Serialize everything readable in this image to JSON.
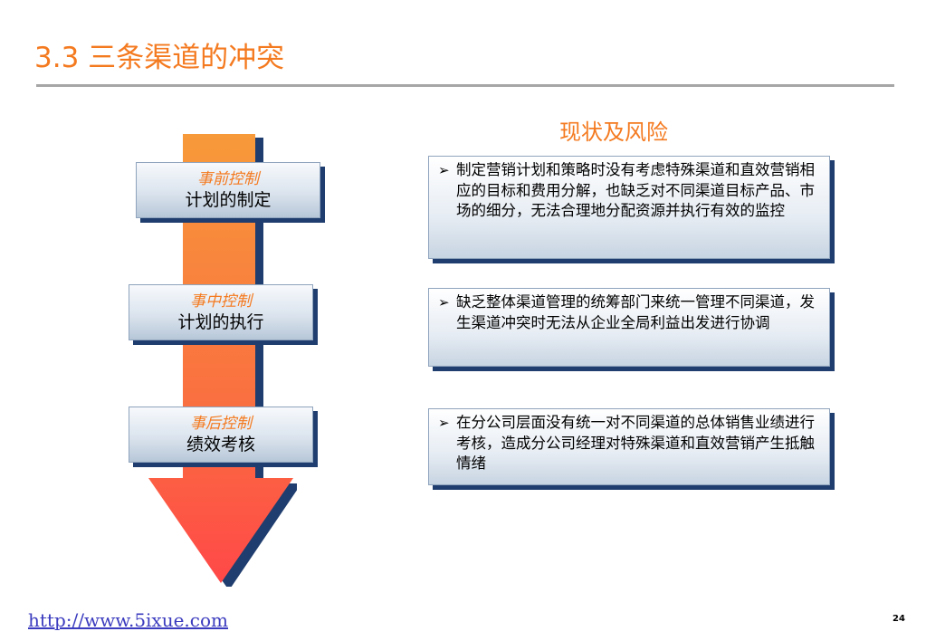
{
  "title": "3.3 三条渠道的冲突",
  "risk_heading": "现状及风险",
  "stages": [
    {
      "phase": "事前控制",
      "task": "计划的制定"
    },
    {
      "phase": "事中控制",
      "task": "计划的执行"
    },
    {
      "phase": "事后控制",
      "task": "绩效考核"
    }
  ],
  "risks": [
    {
      "bullet": "➢",
      "text": "制定营销计划和策略时没有考虑特殊渠道和直效营销相应的目标和费用分解，也缺乏对不同渠道目标产品、市场的细分，无法合理地分配资源并执行有效的监控"
    },
    {
      "bullet": "➢",
      "text": "缺乏整体渠道管理的统筹部门来统一管理不同渠道，发生渠道冲突时无法从企业全局利益出发进行协调"
    },
    {
      "bullet": "➢",
      "text": " 在分公司层面没有统一对不同渠道的总体销售业绩进行考核，造成分公司经理对特殊渠道和直效营销产生抵触情绪"
    }
  ],
  "footer": {
    "link": "http://www.5ixue.com",
    "page_number": "24"
  },
  "colors": {
    "accent": "#f47a20",
    "shadow": "#1f3d6e",
    "arrow_top": "#f7a43c",
    "arrow_bottom": "#ff4a4a"
  }
}
